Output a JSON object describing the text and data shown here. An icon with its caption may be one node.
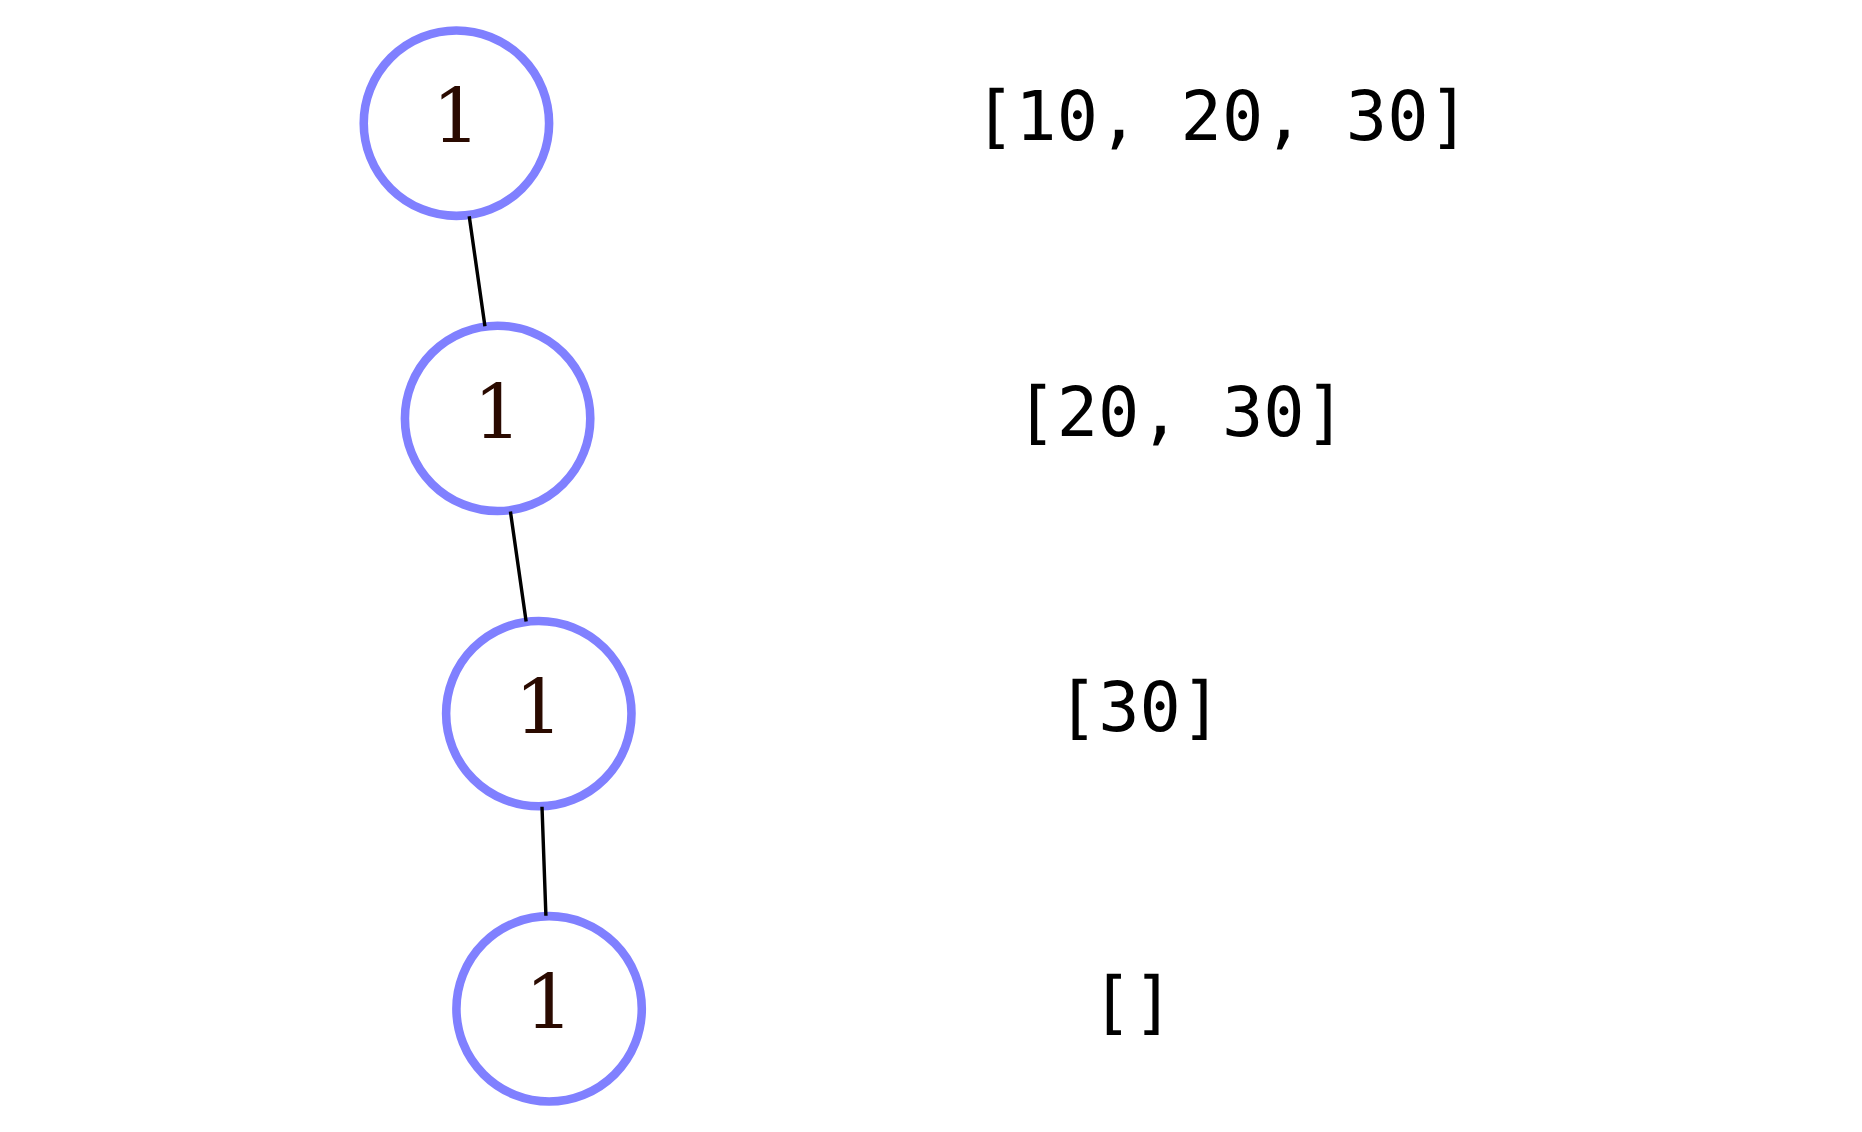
{
  "diagram": {
    "nodes": [
      {
        "text": [
          "1"
        ]
      },
      {
        "text": [
          "1"
        ]
      },
      {
        "text": [
          "1"
        ]
      },
      {
        "text": [
          "1"
        ]
      }
    ],
    "edges": [
      {
        "from": 0,
        "to": 1,
        "arrow": "none"
      },
      {
        "from": 1,
        "to": 2,
        "arrow": "none"
      },
      {
        "from": 2,
        "to": 3,
        "arrow": "none"
      }
    ],
    "labels": [
      "[10, 20, 30]",
      "[20, 30]",
      "[30]",
      "[]"
    ]
  }
}
